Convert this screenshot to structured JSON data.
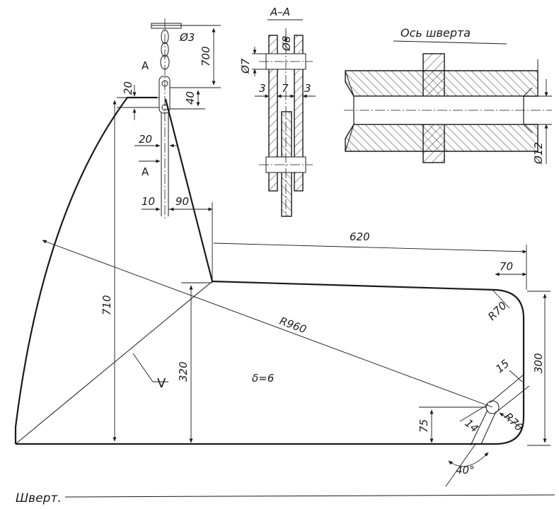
{
  "caption": "Шверт.",
  "dimensions": {
    "d700": "700",
    "d3": "Ø3",
    "sectionA": "A",
    "d40": "40",
    "d20_top": "20",
    "d20_mid": "20",
    "d10": "10",
    "d90": "90",
    "d710": "710",
    "d620": "620",
    "d70_top": "70",
    "R70_top": "R70",
    "d300": "300",
    "d320": "320",
    "R960": "R960",
    "epsilon": "δ=6",
    "V": "V",
    "d15": "15",
    "d14": "14",
    "R70_bottom": "R70",
    "d75": "75",
    "angle40": "40°"
  },
  "section_view": {
    "title": "A–A",
    "d8": "Ø8",
    "d7_dia": "Ø7",
    "d3_left": "3",
    "d7": "7",
    "d3_right": "3"
  },
  "axis_view": {
    "title": "Ось шверта",
    "d12": "Ø12"
  }
}
